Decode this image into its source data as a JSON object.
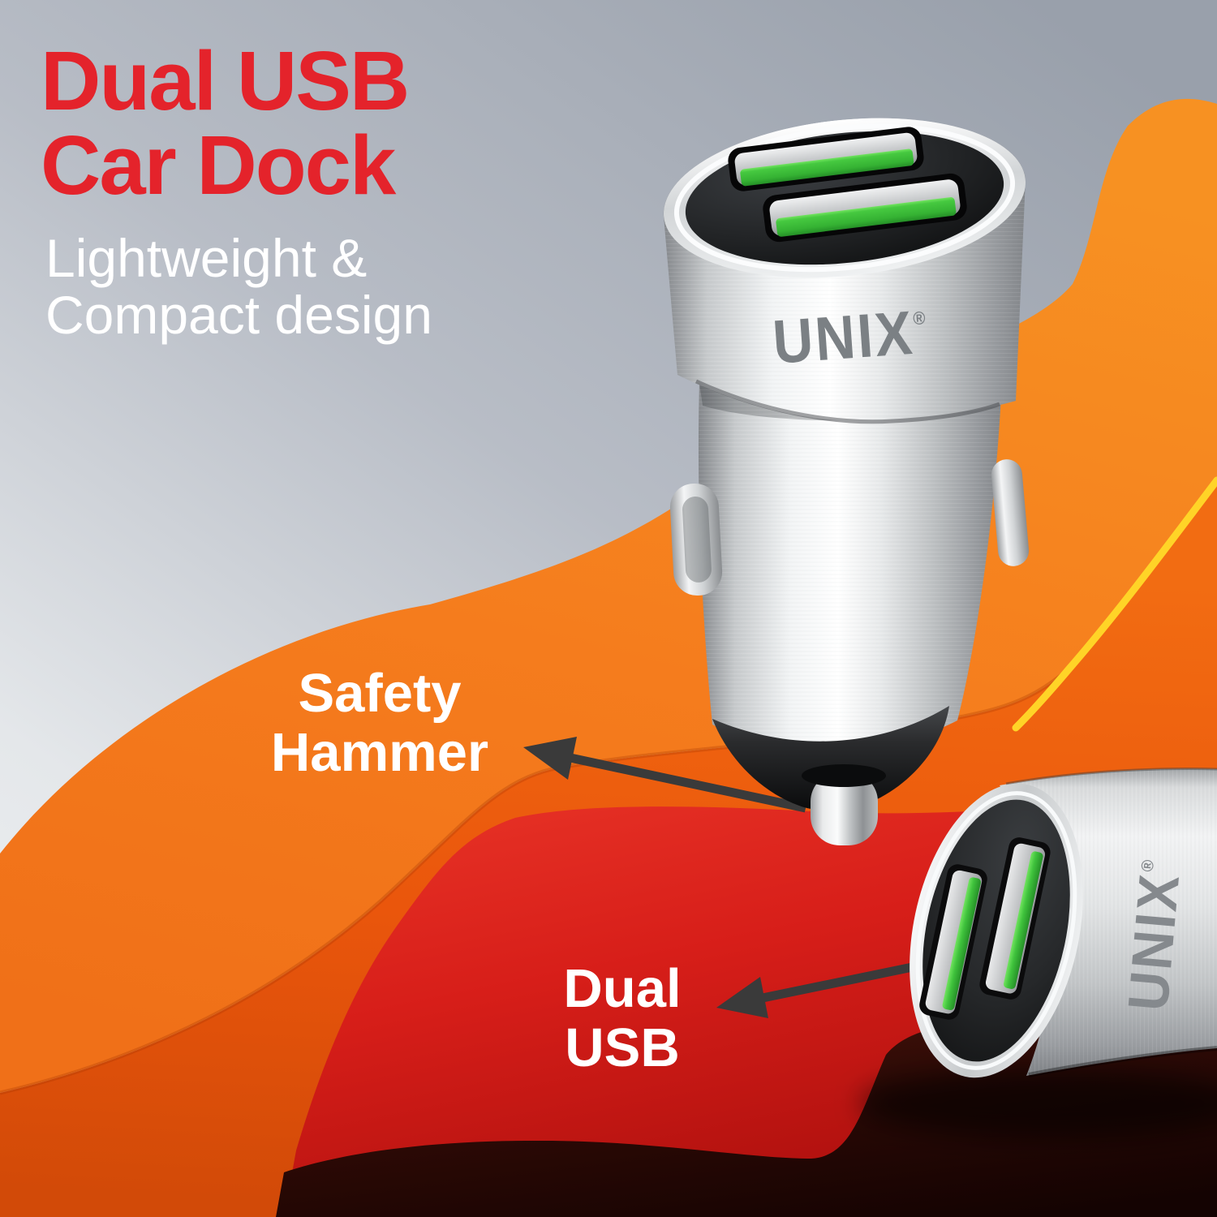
{
  "title": {
    "text": "Dual USB\nCar Dock"
  },
  "subtitle": {
    "text": "Lightweight &\nCompact design"
  },
  "callouts": {
    "safety_hammer": {
      "label": "Safety\nHammer"
    },
    "dual_usb": {
      "label": "Dual\nUSB"
    }
  },
  "brand": {
    "name": "UNIX",
    "registered": "®"
  },
  "icons": {
    "safety_hammer_arrow": "left-arrow",
    "dual_usb_arrow": "left-arrow"
  },
  "colors": {
    "title_red": "#E4232B",
    "background_gray_top": "#9AA0AB",
    "background_gray_bottom": "#EEF0F2",
    "wave_orange": "#F57C1D",
    "wave_deep_orange": "#EA560C",
    "wave_yellow_edge": "#FFD427",
    "wave_red": "#D71E19",
    "background_dark_maroon": "#2B0905",
    "arrow_gray": "#3A3A3A",
    "usb_green": "#3FC23C",
    "label_white": "#FFFFFF",
    "logo_gray": "#7B8084",
    "charger_silver": "#D9DBDC",
    "charger_face_black": "#1B1D1F"
  }
}
